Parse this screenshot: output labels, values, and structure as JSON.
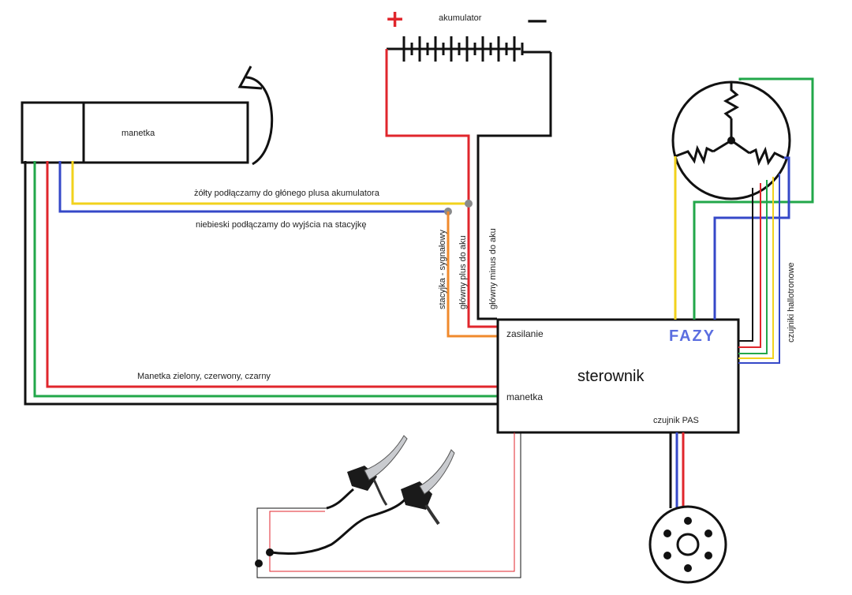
{
  "labels": {
    "battery": "akumulator",
    "plus_sign": "+",
    "minus_sign": "—",
    "throttle": "manetka",
    "yellow_note": "żółty podłączamy do głónego plusa akumulatora",
    "blue_note": "niebieski podłączamy do wyjścia na stacyjkę",
    "signal_wire": "stacyjka - sygnałowy",
    "main_plus": "główny plus do aku",
    "main_minus": "główny minus do aku",
    "controller": "sterownik",
    "power": "zasilanie",
    "phases": "FAZY",
    "throttle_port": "manetka",
    "throttle_wires": "Manetka zielony, czerwony, czarny",
    "pas_sensor": "czujnik PAS",
    "hall_sensors": "czujniki hallotronowe"
  },
  "colors": {
    "red": "#e0262c",
    "black": "#111111",
    "green": "#22a74a",
    "yellow": "#f2d21c",
    "blue": "#3548c8",
    "orange": "#f08a2c",
    "grey": "#8a8a8a",
    "phase_text": "#5b6ee0"
  },
  "icons": [
    "battery-icon",
    "throttle-grip-icon",
    "rotate-arrow-icon",
    "motor-icon",
    "brake-lever-icon",
    "pas-sensor-icon"
  ]
}
